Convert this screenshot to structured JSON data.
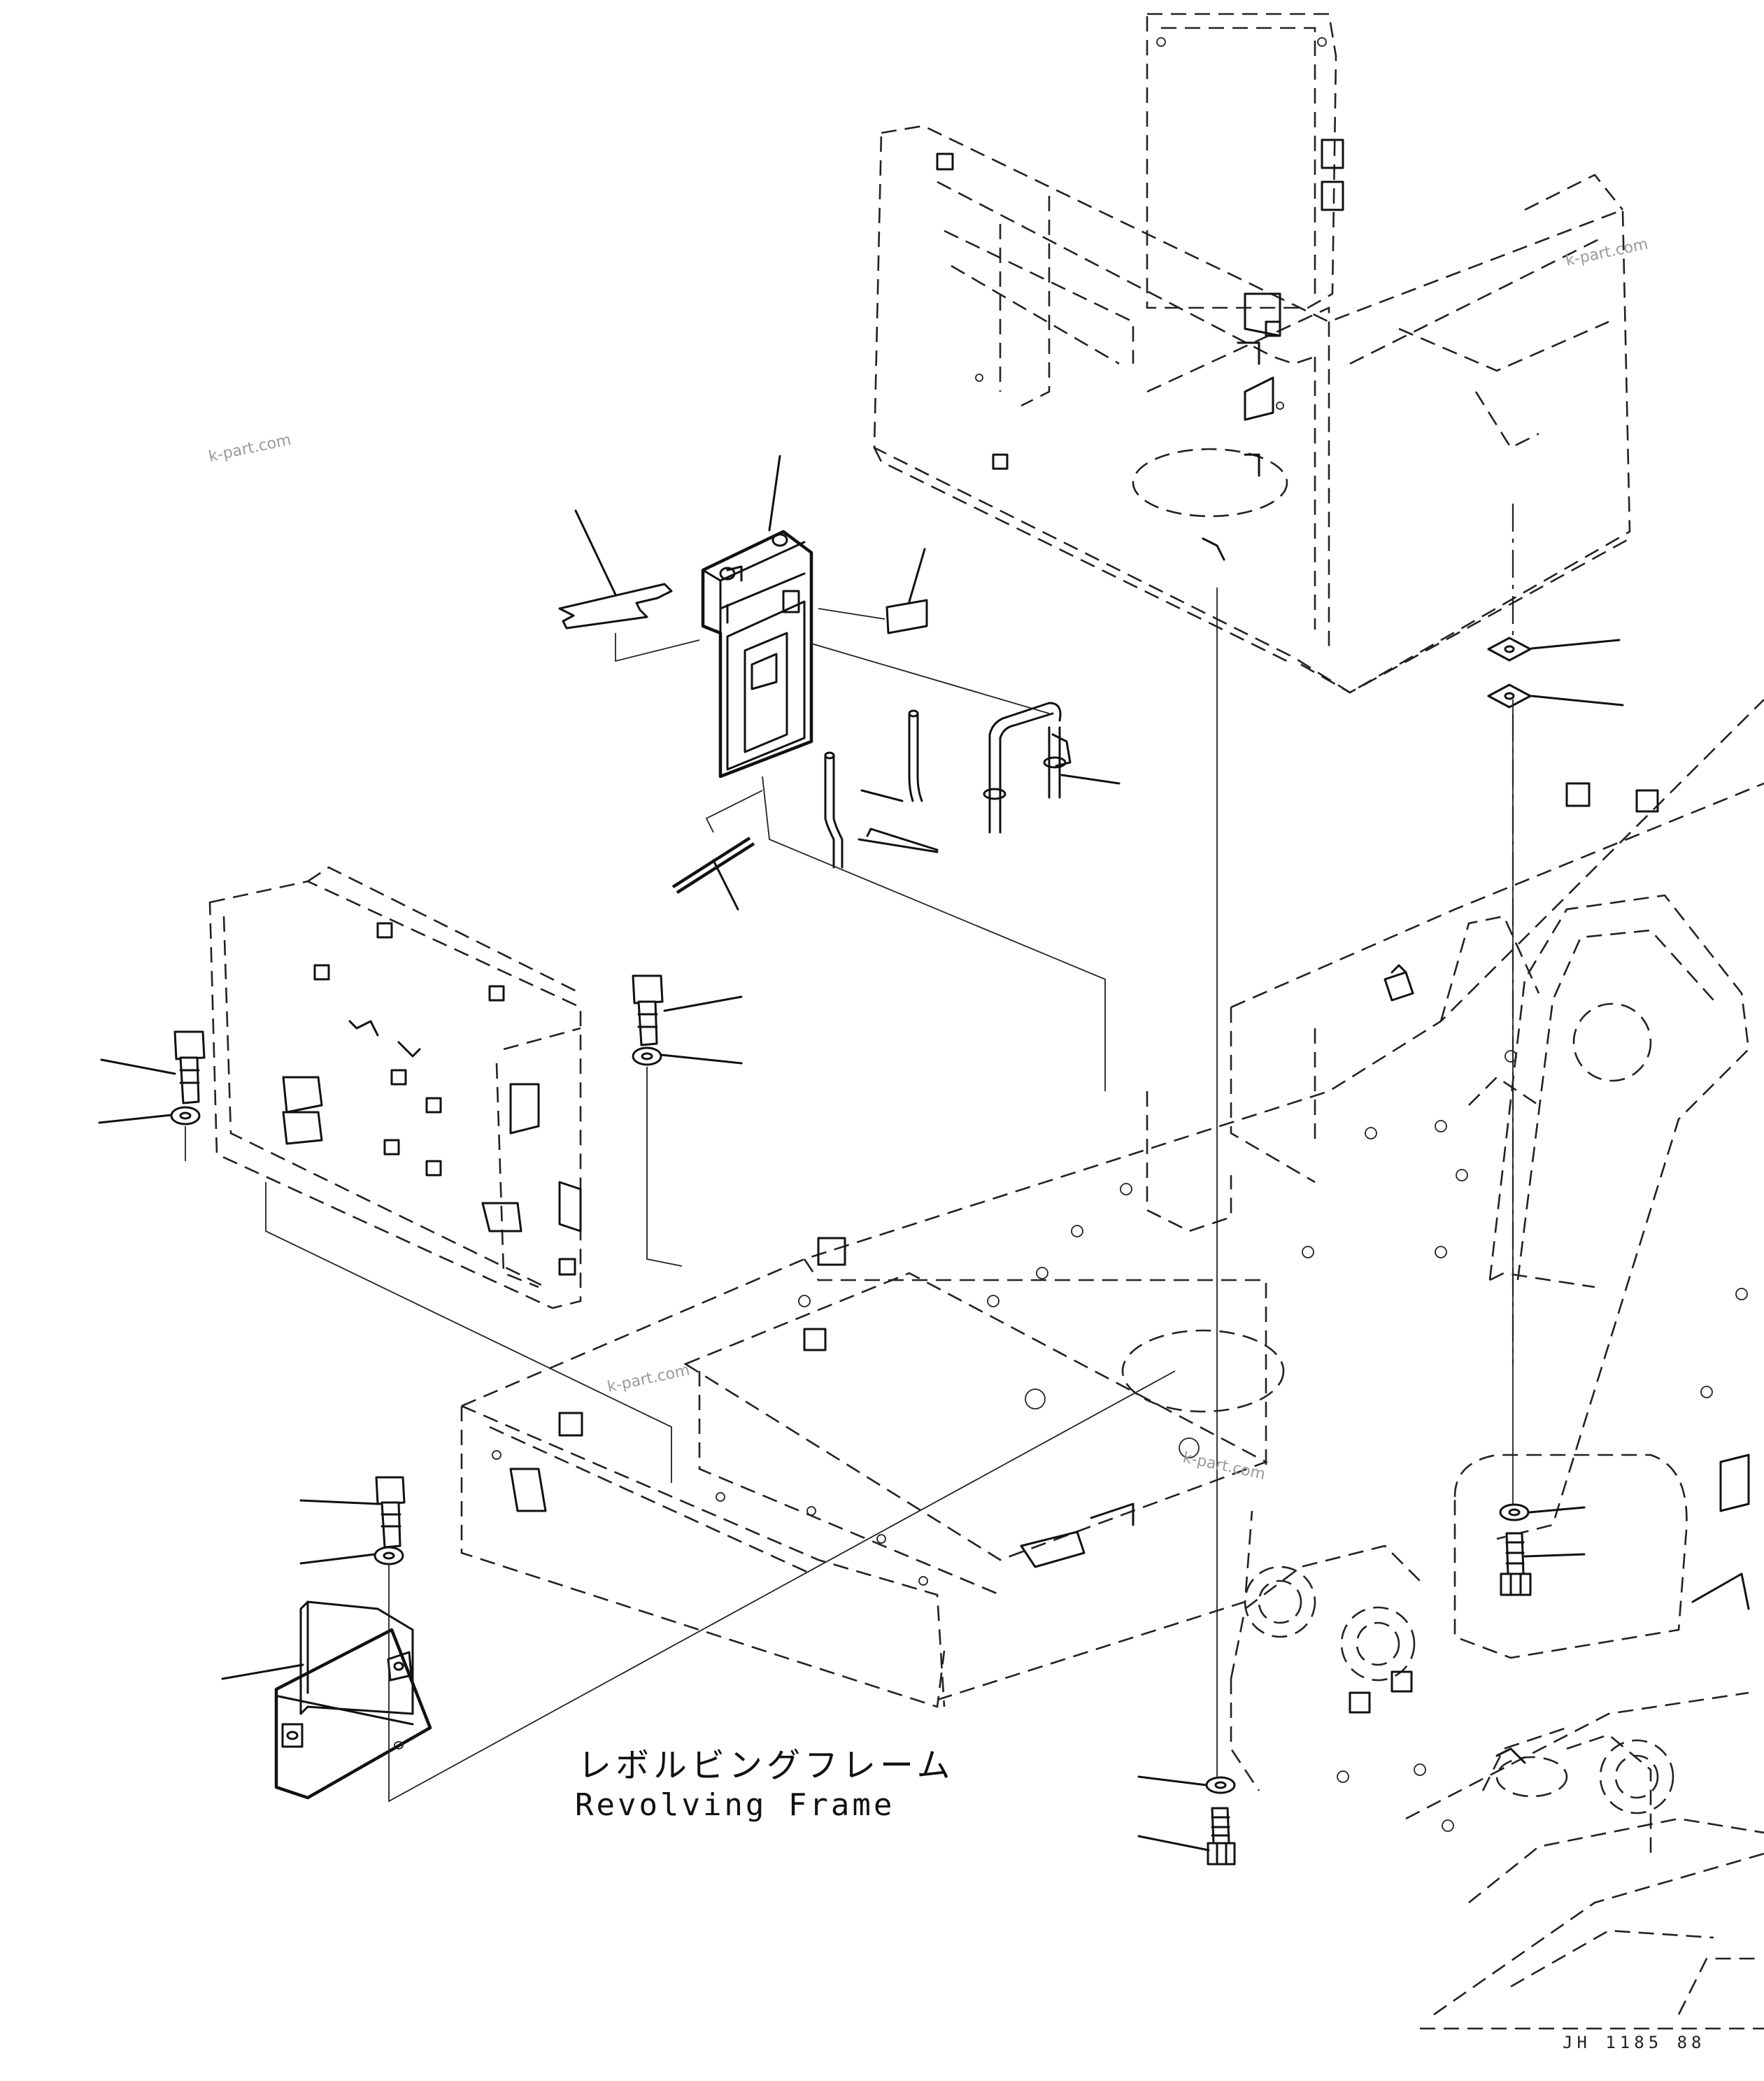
{
  "frame_label": {
    "japanese": "レボルビングフレーム",
    "english": "Revolving Frame"
  },
  "drawing_code": "JH 1185 88",
  "watermarks": [
    "k-part.com",
    "k-part.com",
    "k-part.com",
    "k-part.com"
  ]
}
